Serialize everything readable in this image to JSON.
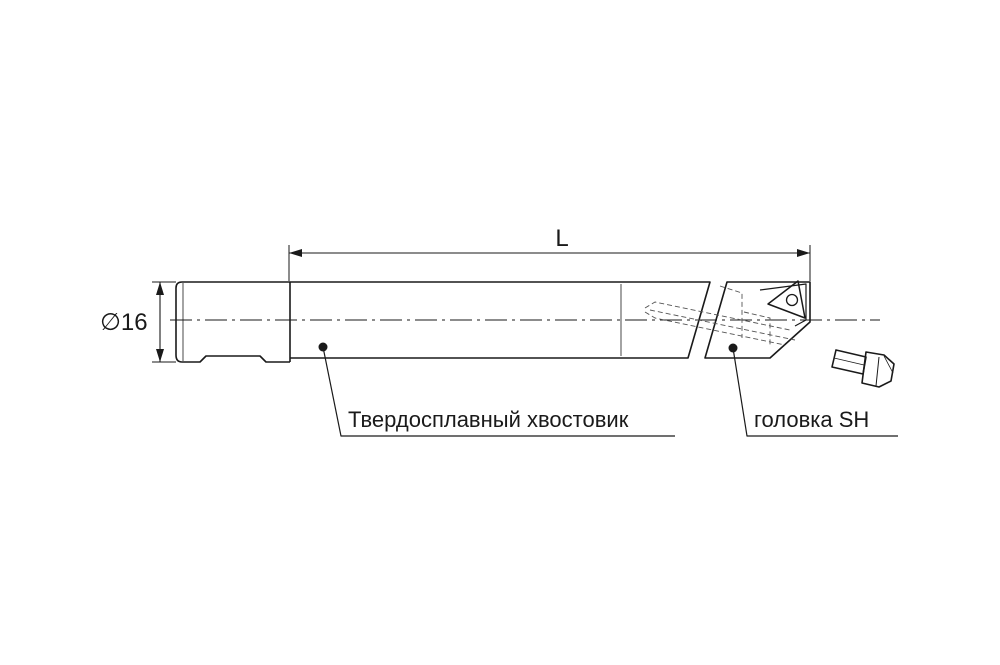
{
  "dimensions": {
    "length_label": "L",
    "diameter_label": "∅16"
  },
  "callouts": {
    "shank_label": "Твердосплавный хвостовик",
    "head_label": "головка SH"
  },
  "colors": {
    "line": "#1a1a1a",
    "hidden_line": "#555555",
    "background": "#ffffff"
  }
}
